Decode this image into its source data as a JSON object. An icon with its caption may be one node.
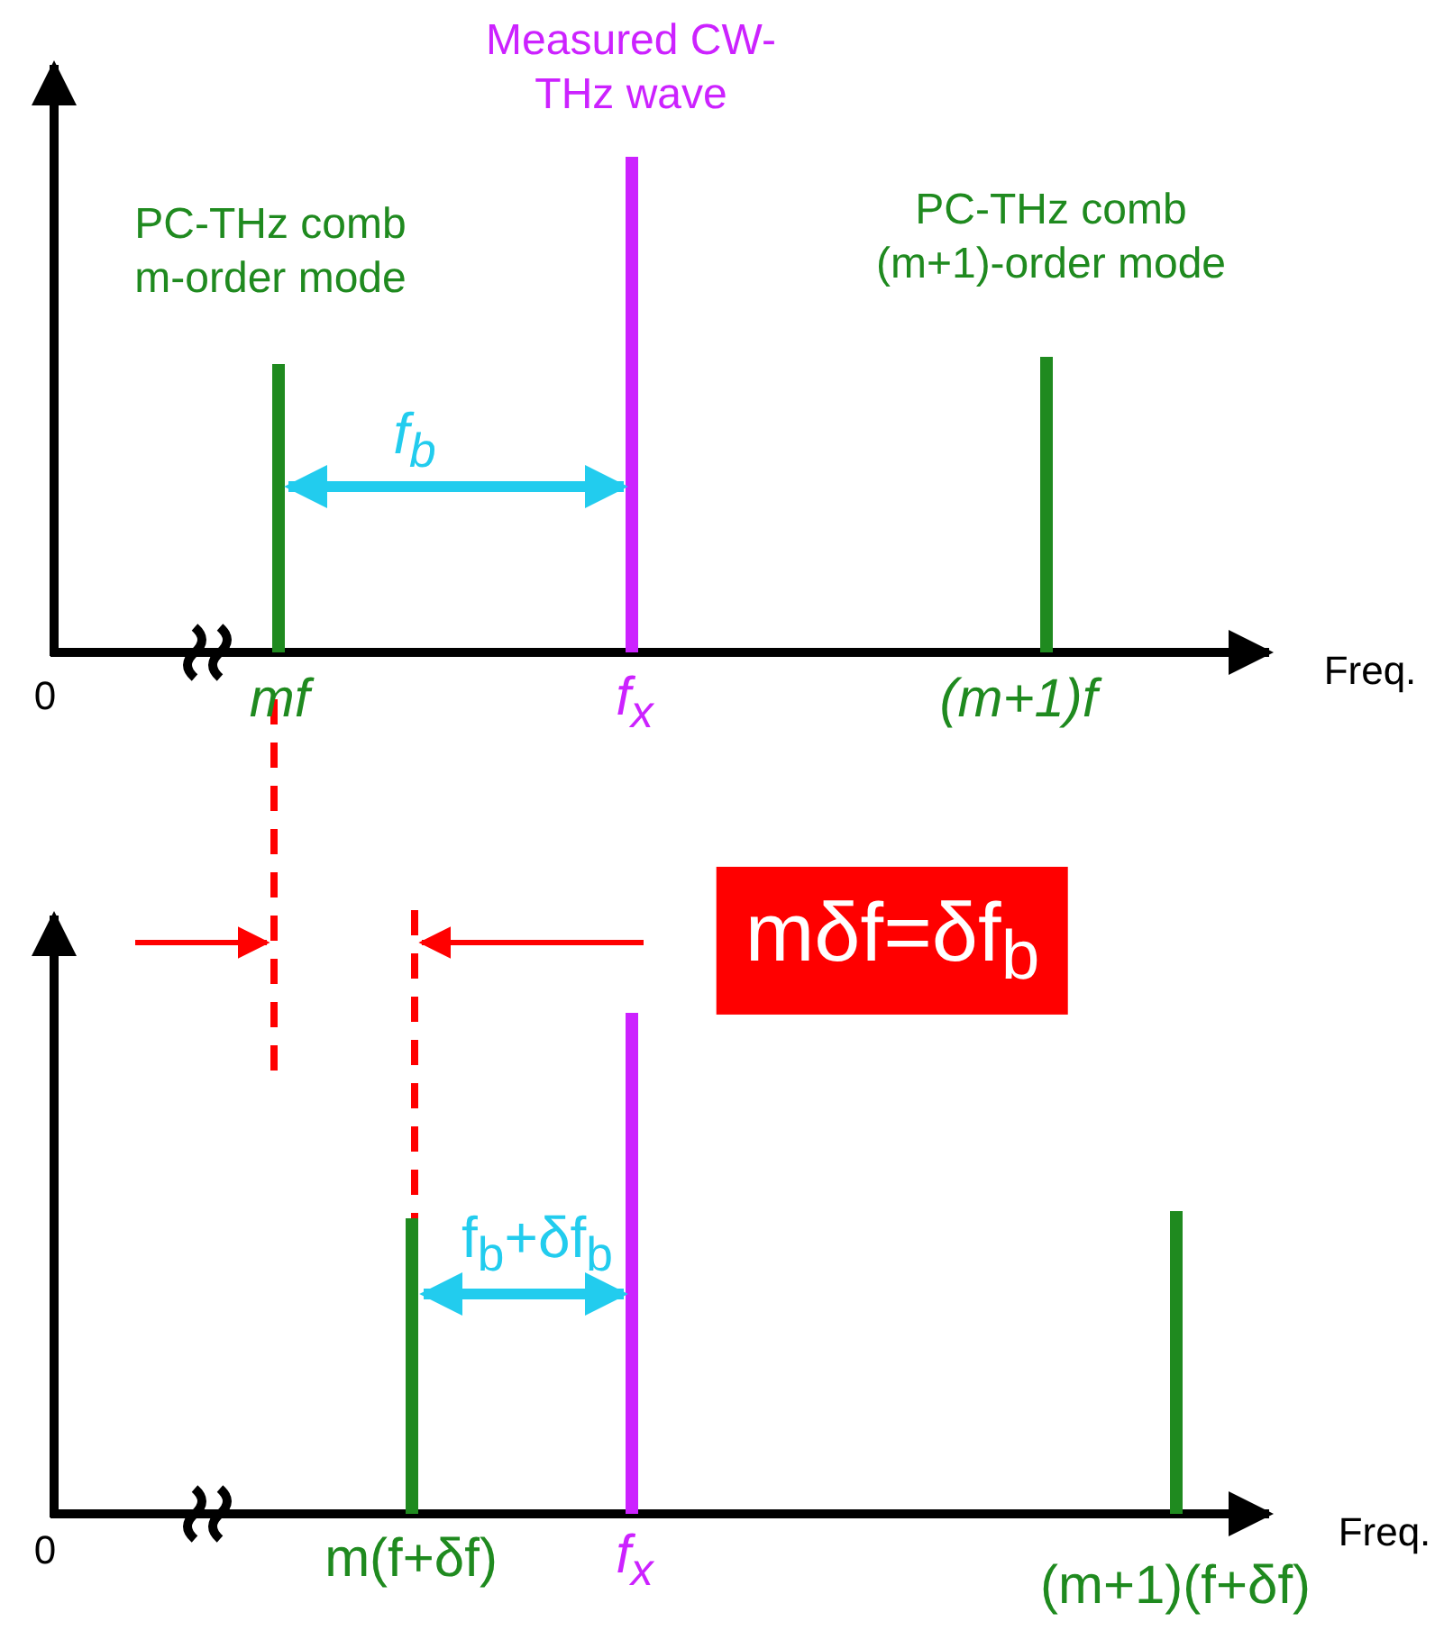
{
  "diagram": {
    "labels": [
      "Measured CW-THz wave",
      "PC-THz comb m-order mode",
      "PC-THz comb (m+1)-order mode",
      "f$_{b}$",
      "0",
      "mf",
      "f$_{x}$",
      "(m+1)f",
      "Freq.",
      "mδf=δf$_{b}$",
      "f$_{b}$+δf$_{b}$",
      "0",
      "m(f+δf)",
      "f$_{x}$",
      "(m+1)(f+δf)",
      "Freq."
    ]
  }
}
